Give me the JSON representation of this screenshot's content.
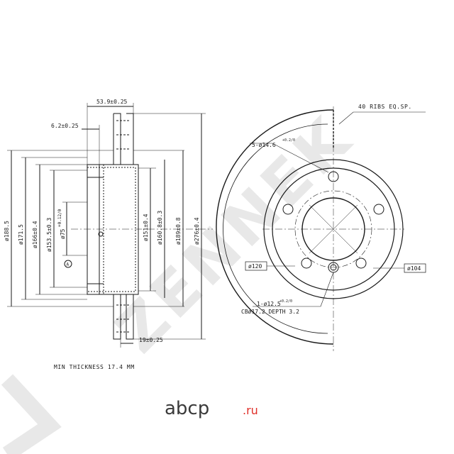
{
  "watermark": {
    "text": "ZENNEK"
  },
  "side_view": {
    "top_width": "53.9±0.25",
    "hub_offset": "6.2±0.25",
    "bottom_width": "19±0.25",
    "diameters_left": [
      "ø188.5",
      "ø171.5",
      "ø166±0.4",
      "ø153.5±0.3",
      "ø75"
    ],
    "d75_tol": "+0.12/0",
    "diameters_right": [
      "ø151±0.4",
      "ø160.8±0.3",
      "ø189±0.8",
      "ø276±0.4"
    ],
    "marker_a": "A"
  },
  "front_view": {
    "ribs": "40 RIBS EQ.SP.",
    "bolt_holes": "5-ø14.6",
    "bolt_tol": "+0.2/0",
    "pcd": "ø120",
    "center_bore": "ø104",
    "pin_hole": "1-ø12.5",
    "pin_tol": "+0.2/0",
    "counterbore": "CBø17.2 DEPTH 3.2"
  },
  "min_thickness": "MIN THICKNESS 17.4 MM",
  "brand": {
    "name": "abcp",
    "suffix": ".ru"
  }
}
